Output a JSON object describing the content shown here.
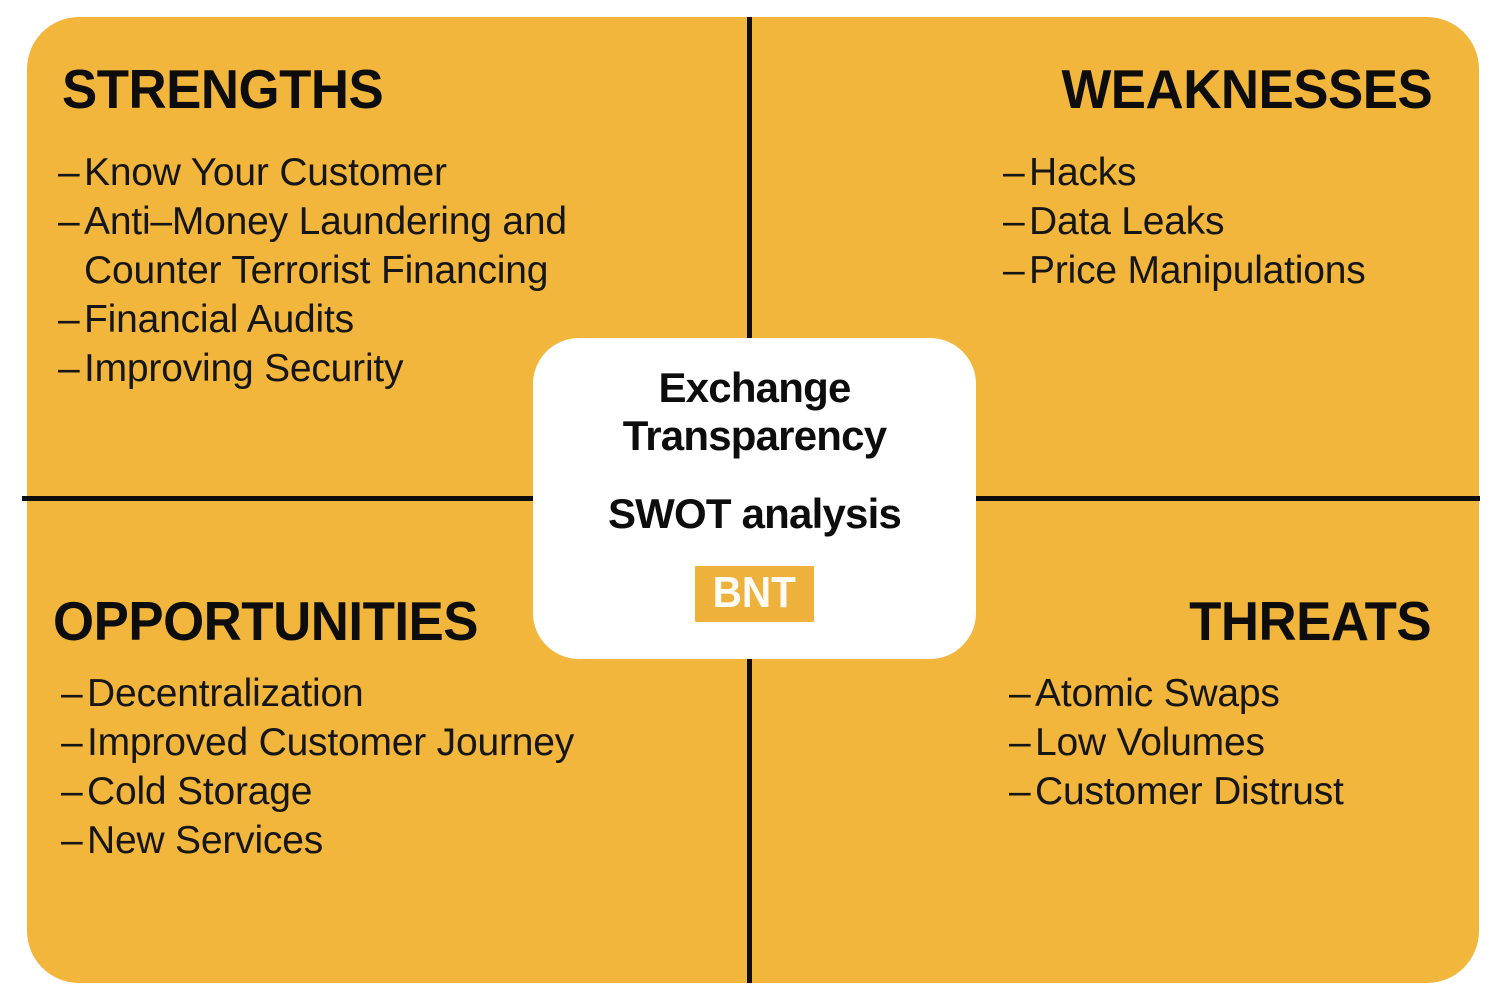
{
  "colors": {
    "panel_yellow": "#F2B63C",
    "divider_black": "#0D0D0D",
    "card_white": "#FFFFFF",
    "logo_badge": "#EDB13C",
    "logo_text": "#FFFDF6",
    "body_text": "#161616"
  },
  "center_card": {
    "title_line1": "Exchange",
    "title_line2": "Transparency",
    "subtitle": "SWOT analysis",
    "logo": "BNT"
  },
  "quadrants": [
    {
      "key": "strengths",
      "heading": "STRENGTHS",
      "items": [
        {
          "dash": "–",
          "text": "Know Your Customer"
        },
        {
          "dash": "–",
          "text": "Anti–Money Laundering and",
          "continuation": "Counter Terrorist Financing"
        },
        {
          "dash": "–",
          "text": "Financial Audits"
        },
        {
          "dash": "–",
          "text": "Improving Security"
        }
      ]
    },
    {
      "key": "weaknesses",
      "heading": "WEAKNESSES",
      "items": [
        {
          "dash": "–",
          "text": "Hacks"
        },
        {
          "dash": "–",
          "text": "Data Leaks"
        },
        {
          "dash": "–",
          "text": "Price Manipulations"
        }
      ]
    },
    {
      "key": "opportunities",
      "heading": "OPPORTUNITIES",
      "items": [
        {
          "dash": "–",
          "text": "Decentralization"
        },
        {
          "dash": "–",
          "text": "Improved Customer Journey"
        },
        {
          "dash": "–",
          "text": "Cold Storage"
        },
        {
          "dash": "–",
          "text": "New Services"
        }
      ]
    },
    {
      "key": "threats",
      "heading": "THREATS",
      "items": [
        {
          "dash": "–",
          "text": "Atomic Swaps"
        },
        {
          "dash": "–",
          "text": "Low Volumes"
        },
        {
          "dash": "–",
          "text": "Customer Distrust"
        }
      ]
    }
  ]
}
